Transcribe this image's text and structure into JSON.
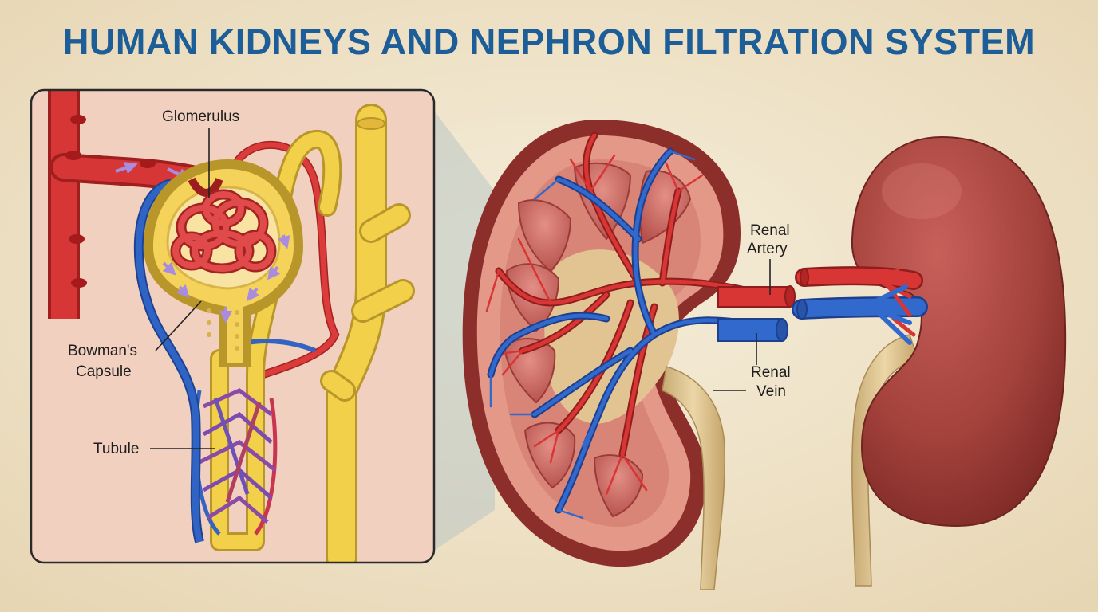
{
  "title": "HUMAN KIDNEYS AND NEPHRON FILTRATION SYSTEM",
  "labels": {
    "glomerulus": "Glomerulus",
    "bowmans_line1": "Bowman's",
    "bowmans_line2": "Capsule",
    "tubule": "Tubule",
    "renal_artery_line1": "Renal",
    "renal_artery_line2": "Artery",
    "renal_vein_line1": "Renal",
    "renal_vein_line2": "Vein"
  },
  "colors": {
    "title": "#1d5e98",
    "background": "#efe4cc",
    "inset_background": "#f4d4c4",
    "artery_red": "#d12d2d",
    "vein_blue": "#2f64c4",
    "tubule_yellow": "#f2d04a",
    "kidney_outer": "#a8403c",
    "cortex": "#e79a8c",
    "pyramid": "#c85c58",
    "ureter": "#d9c08d",
    "flow_arrow": "#a98be0"
  }
}
